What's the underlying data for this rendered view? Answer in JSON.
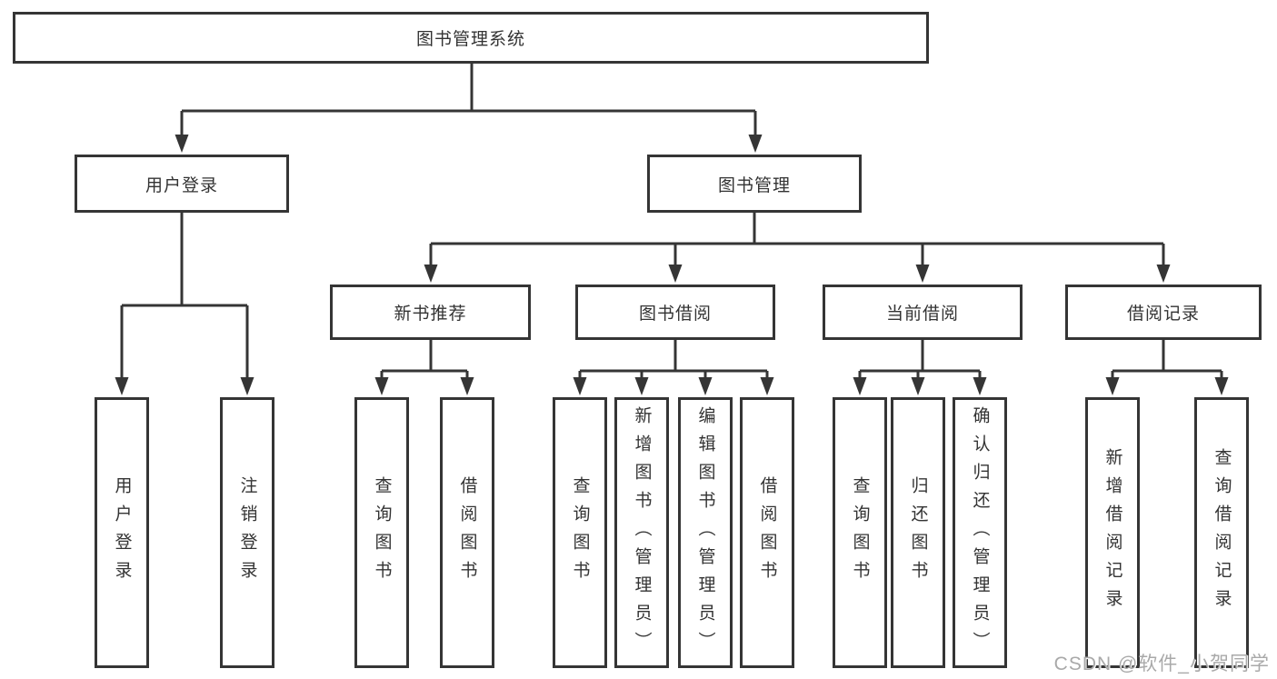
{
  "diagram": {
    "root": {
      "label": "图书管理系统"
    },
    "user_login": {
      "label": "用户登录",
      "leaves": [
        "用户登录",
        "注销登录"
      ]
    },
    "book_mgmt": {
      "label": "图书管理",
      "sections": [
        {
          "label": "新书推荐",
          "leaves": [
            "查询图书",
            "借阅图书"
          ]
        },
        {
          "label": "图书借阅",
          "leaves": [
            "查询图书",
            "新增图书（管理员）",
            "编辑图书（管理员）",
            "借阅图书"
          ]
        },
        {
          "label": "当前借阅",
          "leaves": [
            "查询图书",
            "归还图书",
            "确认归还（管理员）"
          ]
        },
        {
          "label": "借阅记录",
          "leaves": [
            "新增借阅记录",
            "查询借阅记录"
          ]
        }
      ]
    }
  },
  "watermark": "CSDN @软件_小贺同学",
  "colors": {
    "line": "#353535",
    "box_border": "#353535",
    "text": "#333333",
    "watermark": "#a9a9a9",
    "background": "#ffffff"
  }
}
